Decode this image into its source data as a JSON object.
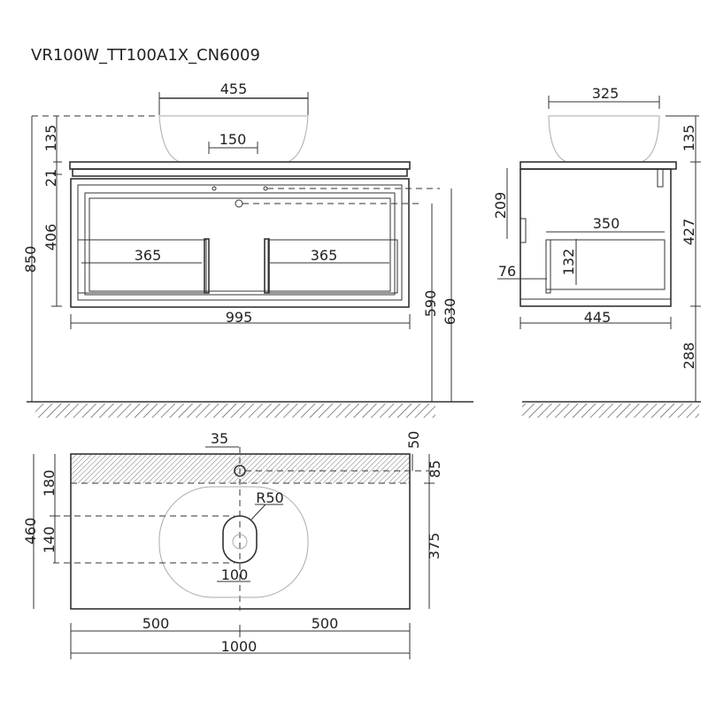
{
  "title": "VR100W_TT100A1X_CN6009",
  "front_view": {
    "basin_width": "455",
    "basin_height": "135",
    "tap_spacing": "150",
    "top_thickness": "21",
    "cabinet_height": "406",
    "total_height": "850",
    "drawer_left_width": "365",
    "drawer_right_width": "365",
    "cabinet_width": "995",
    "drain_height": "590",
    "inlet_height": "630"
  },
  "side_view": {
    "basin_depth": "325",
    "basin_height": "135",
    "upper_offset": "209",
    "drawer_depth": "350",
    "drawer_height": "132",
    "drawer_offset": "76",
    "cabinet_depth": "445",
    "cabinet_height": "427",
    "floor_clearance": "288"
  },
  "top_view": {
    "tap_hole_offset": "35",
    "tap_hole_from_back": "50",
    "back_strip": "85",
    "total_depth": "460",
    "drain_from_back": "180",
    "slot_length": "140",
    "slot_radius": "R50",
    "slot_width": "100",
    "front_depth": "375",
    "left_half": "500",
    "right_half": "500",
    "total_width": "1000"
  }
}
